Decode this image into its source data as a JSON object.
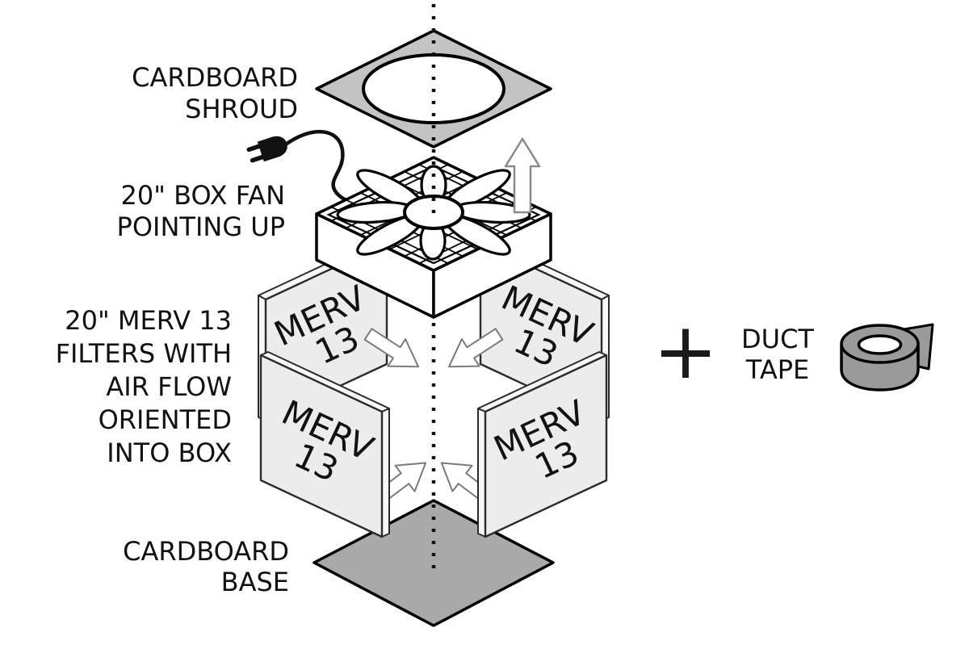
{
  "diagram": {
    "type": "exploded-assembly-diagram",
    "subject": "DIY box-fan air purifier (Corsi-Rosenthal box) assembly"
  },
  "labels": {
    "shroud": {
      "lines": [
        "CARDBOARD",
        "SHROUD"
      ]
    },
    "fan": {
      "lines": [
        "20\" BOX FAN",
        "POINTING UP"
      ]
    },
    "filters": {
      "lines": [
        "20\" MERV 13",
        "FILTERS WITH",
        "AIR FLOW",
        "ORIENTED",
        "INTO BOX"
      ]
    },
    "base": {
      "lines": [
        "CARDBOARD",
        "BASE"
      ]
    },
    "duct_tape": {
      "lines": [
        "DUCT",
        "TAPE"
      ]
    },
    "plus": "+"
  },
  "filter_panels": [
    {
      "id": "back-left",
      "line1": "MERV",
      "line2": "13"
    },
    {
      "id": "back-right",
      "line1": "MERV",
      "line2": "13"
    },
    {
      "id": "front-left",
      "line1": "MERV",
      "line2": "13"
    },
    {
      "id": "front-right",
      "line1": "MERV",
      "line2": "13"
    }
  ],
  "colors": {
    "background": "#ffffff",
    "outline": "#000000",
    "text": "#111111",
    "shroud_fill": "#c3c3c3",
    "base_fill": "#a9a9a9",
    "filter_fill": "#ececec",
    "filter_edge_fill": "#f7f7f7",
    "tape_fill": "#9a9a9a",
    "arrow_fill": "#ffffff",
    "arrow_outline": "#7a7a7a"
  }
}
